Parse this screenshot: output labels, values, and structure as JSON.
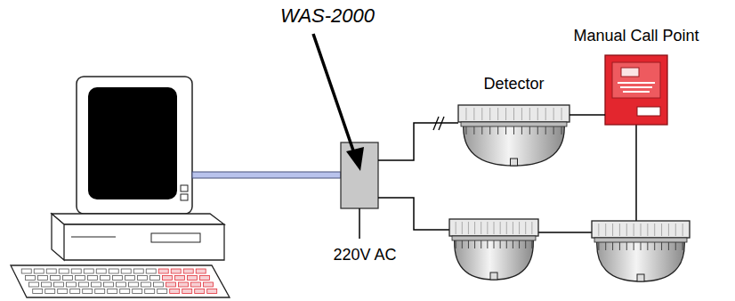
{
  "diagram": {
    "nodes": [
      {
        "text": [
          "Detector"
        ]
      },
      {
        "text": [
          "Manual Call Point"
        ]
      }
    ],
    "edges": [
      {
        "from": 0,
        "to": 1,
        "arrow": "none"
      }
    ],
    "labels": [
      "WAS-2000",
      "220V AC"
    ]
  }
}
